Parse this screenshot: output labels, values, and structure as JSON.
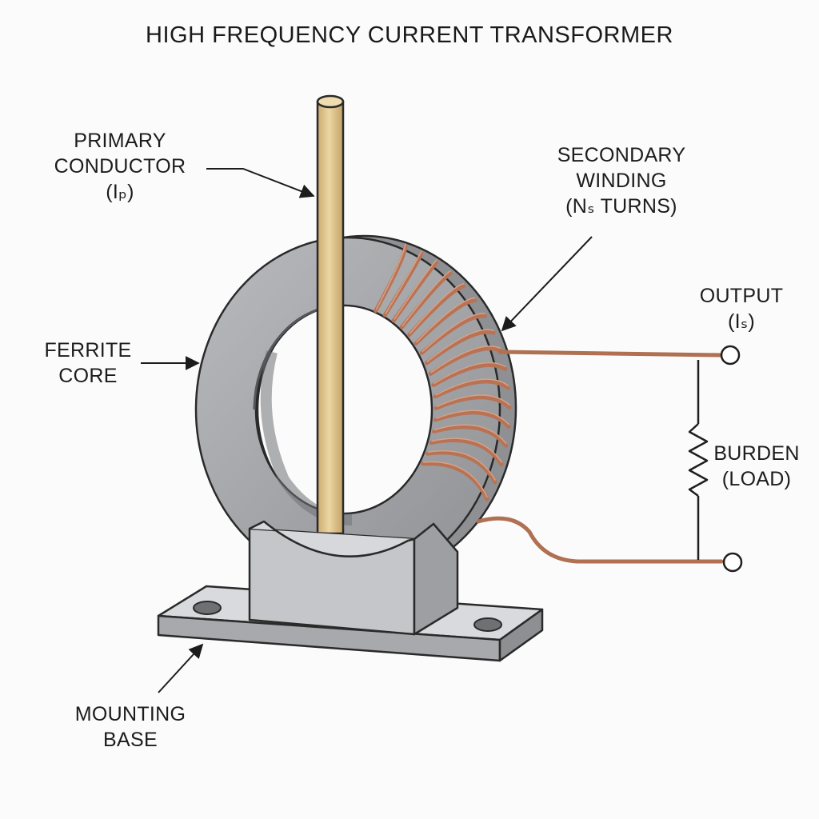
{
  "title": "HIGH FREQUENCY CURRENT TRANSFORMER",
  "labels": {
    "primary_conductor": [
      "PRIMARY",
      "CONDUCTOR",
      "(Iₚ)"
    ],
    "secondary_winding": [
      "SECONDARY",
      "WINDING",
      "(Nₛ TURNS)"
    ],
    "output": [
      "OUTPUT",
      "(Iₛ)"
    ],
    "ferrite_core": [
      "FERRITE",
      "CORE"
    ],
    "burden": [
      "BURDEN",
      "(LOAD)"
    ],
    "mounting_base": [
      "MOUNTING",
      "BASE"
    ]
  },
  "colors": {
    "background": "#fbfbfb",
    "core": "#a9abae",
    "core_dark": "#86888b",
    "conductor": "#e3c891",
    "copper_wire": "#b87356",
    "base": "#c7c9cc",
    "outline": "#2a2a2a"
  }
}
